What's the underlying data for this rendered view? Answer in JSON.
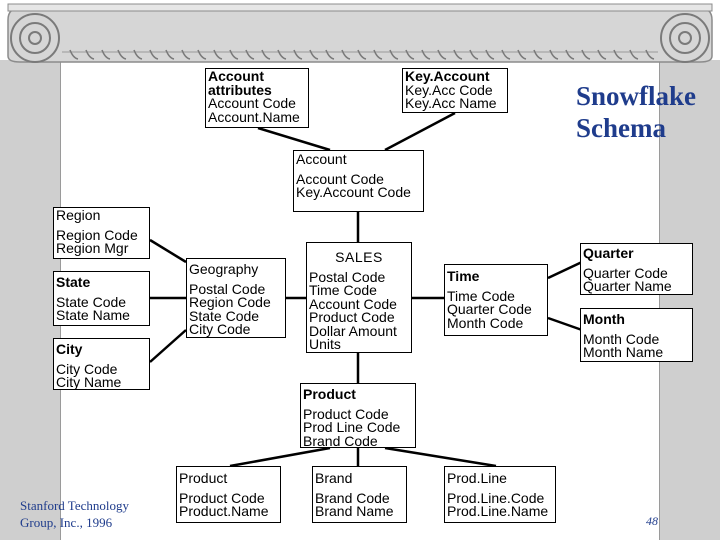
{
  "title": "Snowflake Schema",
  "footer": "Stanford Technology Group, Inc., 1996",
  "page_number": "48",
  "colors": {
    "title": "#1f3c8c",
    "column": "#cfcfcf",
    "box_border": "#000000"
  },
  "boxes": {
    "account_attributes": {
      "title": "Account attributes",
      "lines": [
        "Account Code",
        "Account.Name"
      ]
    },
    "key_account": {
      "title": "Key.Account",
      "lines": [
        "Key.Acc Code",
        "Key.Acc Name"
      ]
    },
    "account": {
      "title": "Account",
      "lines": [
        "Account Code",
        "Key.Account Code"
      ]
    },
    "region": {
      "title": "Region",
      "lines": [
        "Region Code",
        "Region Mgr"
      ]
    },
    "state": {
      "title": "State",
      "lines": [
        "State Code",
        "State Name"
      ]
    },
    "city": {
      "title": "City",
      "lines": [
        "City Code",
        "City Name"
      ]
    },
    "geography": {
      "title": "Geography",
      "lines": [
        "Postal Code",
        "Region Code",
        "State Code",
        "City Code"
      ]
    },
    "sales": {
      "title": "SALES",
      "lines": [
        "Postal Code",
        "Time Code",
        "Account Code",
        "Product Code",
        "Dollar Amount",
        "Units"
      ]
    },
    "time": {
      "title": "Time",
      "lines": [
        "Time Code",
        "Quarter Code",
        "Month Code"
      ]
    },
    "quarter": {
      "title": "Quarter",
      "lines": [
        "Quarter Code",
        "Quarter Name"
      ]
    },
    "month": {
      "title": "Month",
      "lines": [
        "Month Code",
        "Month Name"
      ]
    },
    "product": {
      "title": "Product",
      "lines": [
        "Product Code",
        "Prod Line Code",
        "Brand Code"
      ]
    },
    "product2": {
      "title": "Product",
      "lines": [
        "Product Code",
        "Product.Name"
      ]
    },
    "brand": {
      "title": "Brand",
      "lines": [
        "Brand Code",
        "Brand Name"
      ]
    },
    "prodline": {
      "title": "Prod.Line",
      "lines": [
        "Prod.Line.Code",
        "Prod.Line.Name"
      ]
    }
  }
}
